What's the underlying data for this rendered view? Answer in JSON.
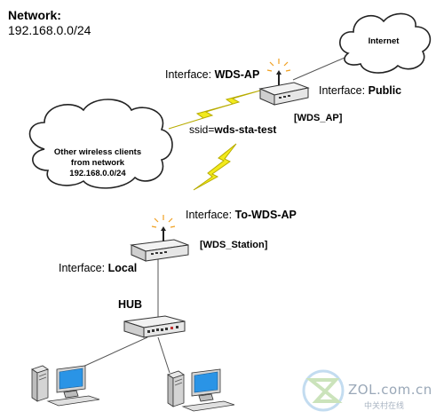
{
  "network": {
    "title": "Network:",
    "subnet": "192.168.0.0/24"
  },
  "clouds": {
    "internet": "Internet",
    "clients": [
      "Other wireless clients",
      "from network",
      "192.168.0.0/24"
    ]
  },
  "ap": {
    "interface_prefix": "Interface:",
    "interface_name": "WDS-AP",
    "public_prefix": "Interface:",
    "public_name": "Public",
    "tag": "[WDS_AP]",
    "ssid_prefix": "ssid=",
    "ssid_value": "wds-sta-test"
  },
  "station": {
    "interface_prefix": "Interface:",
    "interface_name": "To-WDS-AP",
    "tag": "[WDS_Station]",
    "local_prefix": "Interface:",
    "local_name": "Local"
  },
  "hub": {
    "label": "HUB"
  },
  "watermark": {
    "site": "ZOL.com.cn",
    "subtitle": "中关村在线"
  },
  "colors": {
    "bolt": "#f2ea1c",
    "bolt_stroke": "#b8ac00",
    "device": "#e6e6e6",
    "screen": "#2a94e6",
    "pc_body": "#d4d4d4",
    "spark": "#f0a020"
  }
}
